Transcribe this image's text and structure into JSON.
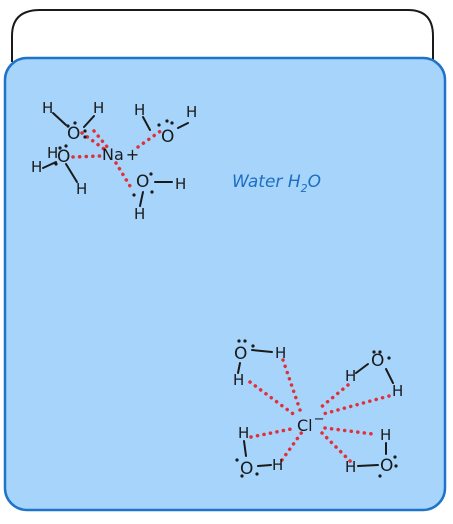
{
  "diagram": {
    "solvent_label": "Water H",
    "solvent_subscript": "2",
    "solvent_suffix": "O",
    "cation": {
      "symbol": "Na",
      "charge": "+"
    },
    "anion": {
      "symbol": "Cl",
      "charge": "−"
    },
    "oxygen_symbol": "O",
    "hydrogen_symbol": "H"
  },
  "colors": {
    "water_fill": "#a6d4fb",
    "water_stroke": "#1f73c8",
    "hydrogen_bond": "#e0313a",
    "label": "#1e6fc2"
  }
}
